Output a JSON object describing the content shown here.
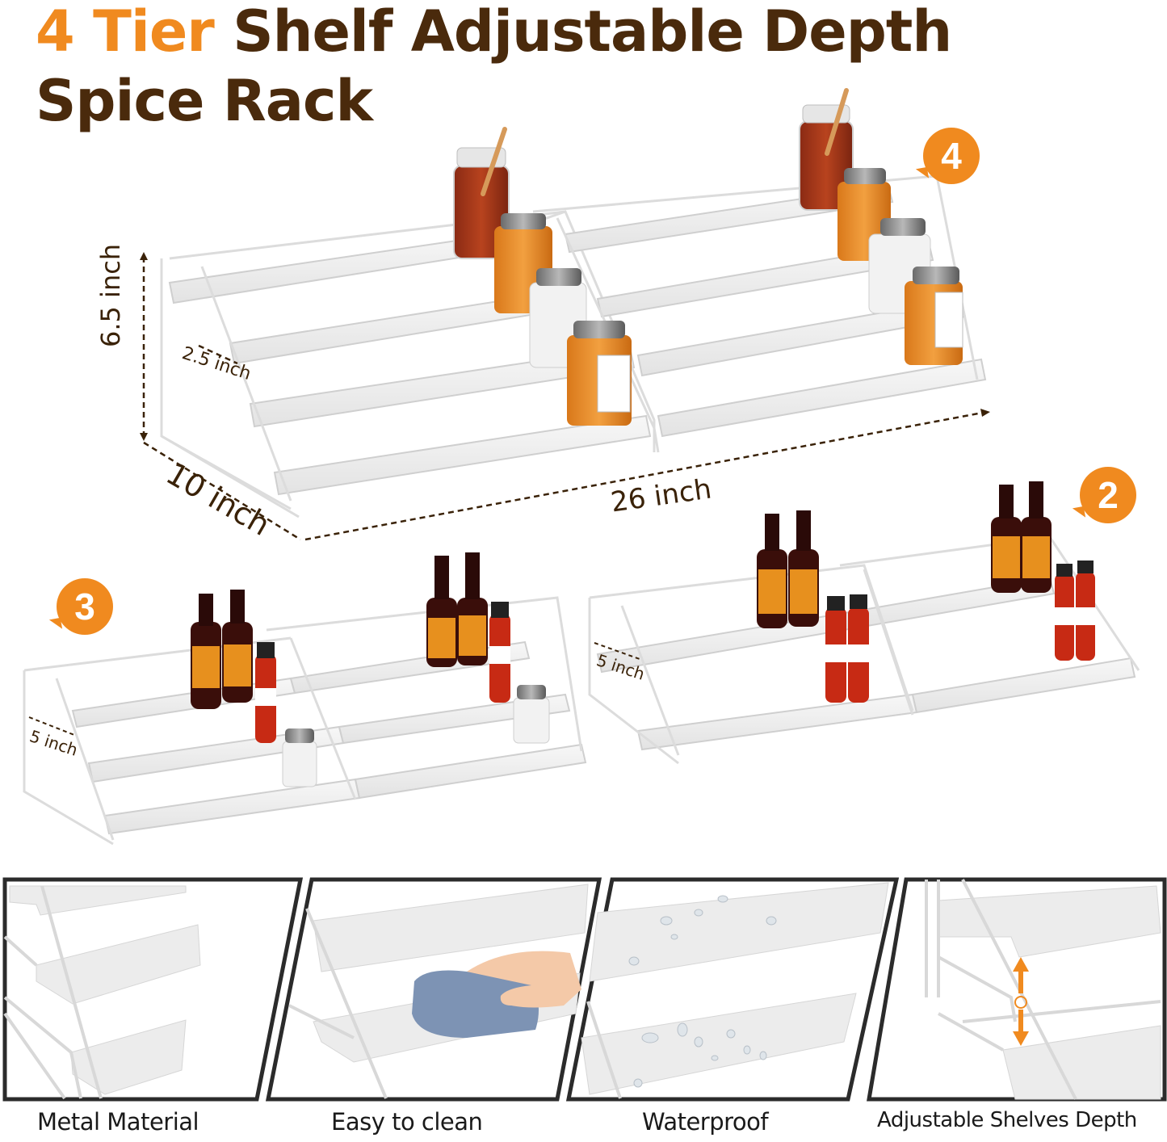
{
  "title": {
    "accent": "4 Tier",
    "line1_rest": " Shelf Adjustable Depth",
    "line2": "Spice Rack"
  },
  "colors": {
    "accent_orange": "#f08a1f",
    "title_brown": "#4a2a0c",
    "caption_text": "#1a1a1a",
    "panel_border": "#2b2b2b"
  },
  "configurations": [
    {
      "tiers": "4",
      "icon": "speech-bubble-number"
    },
    {
      "tiers": "3",
      "icon": "speech-bubble-number"
    },
    {
      "tiers": "2",
      "icon": "speech-bubble-number"
    }
  ],
  "dimensions": {
    "height": "6.5 inch",
    "shelf_step": "2.5 inch",
    "depth": "10 inch",
    "width": "26 inch",
    "step_3tier": "5 inch",
    "step_2tier": "5 inch"
  },
  "features": [
    {
      "label": "Metal Material",
      "icon": "wire-shelf-closeup"
    },
    {
      "label": "Easy to clean",
      "icon": "hand-wiping-towel"
    },
    {
      "label": "Waterproof",
      "icon": "water-droplets"
    },
    {
      "label": "Adjustable Shelves Depth",
      "icon": "up-down-arrow"
    }
  ]
}
